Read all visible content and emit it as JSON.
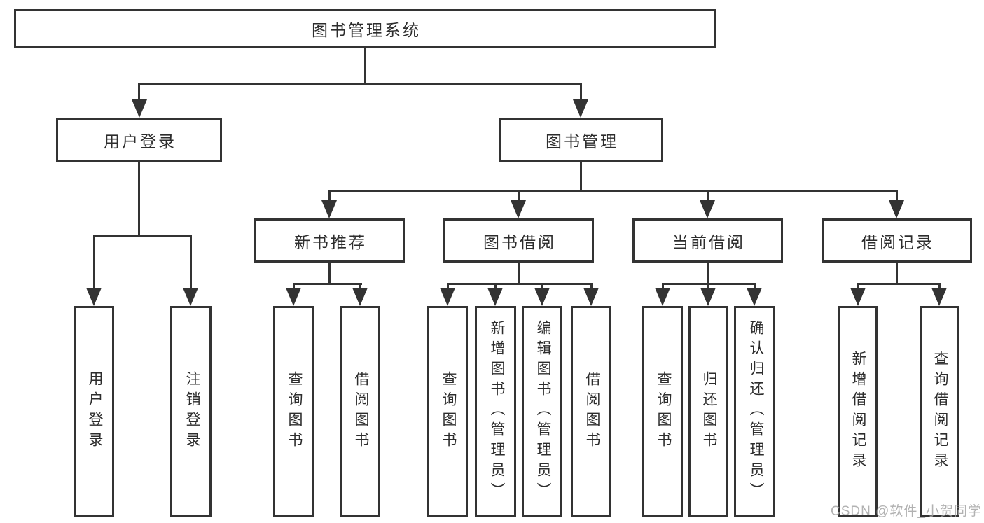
{
  "nodes": {
    "root": "图书管理系统",
    "login": {
      "label": "用户登录",
      "children": [
        "用户登录",
        "注销登录"
      ]
    },
    "mgmt": {
      "label": "图书管理",
      "groups": {
        "recommend": {
          "label": "新书推荐",
          "children": [
            "查询图书",
            "借阅图书"
          ]
        },
        "borrow": {
          "label": "图书借阅",
          "children": [
            "查询图书",
            "新增图书（管理员）",
            "编辑图书（管理员）",
            "借阅图书"
          ]
        },
        "current": {
          "label": "当前借阅",
          "children": [
            "查询图书",
            "归还图书",
            "确认归还（管理员）"
          ]
        },
        "records": {
          "label": "借阅记录",
          "children": [
            "新增借阅记录",
            "查询借阅记录"
          ]
        }
      }
    }
  },
  "watermark": "CSDN @软件_小贺同学",
  "colors": {
    "line": "#333333",
    "box_border": "#333333",
    "text": "#2d2d2d",
    "watermark": "#a4a4a4",
    "background": "#ffffff"
  }
}
